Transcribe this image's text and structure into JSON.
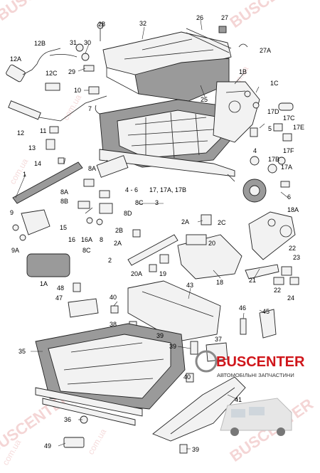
{
  "labels": {
    "l28": "28",
    "l32": "32",
    "l26": "26",
    "l27": "27",
    "l27A": "27A",
    "l31": "31",
    "l30": "30",
    "l29": "29",
    "l12B": "12B",
    "l12A": "12A",
    "l12C": "12C",
    "l1B": "1B",
    "l1C": "1C",
    "l25": "25",
    "l10": "10",
    "l7": "7",
    "l12": "12",
    "l11": "11",
    "l17D": "17D",
    "l17C": "17C",
    "l17E": "17E",
    "l5": "5",
    "l13": "13",
    "l14": "14",
    "l4": "4",
    "l17F": "17F",
    "l17B": "17B",
    "l17A": "17A",
    "l8A": "8A",
    "l1": "1",
    "l6": "6",
    "l4_6": "4 - 6",
    "l17_17A": "17, 17A, 17B",
    "l8C_3": "8C",
    "l3": "3",
    "l8A2": "8A",
    "l8B": "8B",
    "l8D": "8D",
    "l9": "9",
    "l15": "15",
    "l16": "16",
    "l16A": "16A",
    "l8": "8",
    "l8C": "8C",
    "l18A": "18A",
    "l2A": "2A",
    "l2C": "2C",
    "l2B": "2B",
    "l2A2": "2A",
    "l20": "20",
    "l9A": "9A",
    "l2": "2",
    "l22": "22",
    "l23": "23",
    "l20A": "20A",
    "l19": "19",
    "l21": "21",
    "l18": "18",
    "l22b": "22",
    "l24": "24",
    "l1A": "1A",
    "l48": "48",
    "l47": "47",
    "l43": "43",
    "l40": "40",
    "l46": "46",
    "l45": "45",
    "l38": "38",
    "l39a": "39",
    "l37": "37",
    "l35": "35",
    "l39b": "39",
    "l40b": "40",
    "l41": "41",
    "l36": "36",
    "l49": "49",
    "l39c": "39"
  },
  "brand": {
    "logo_text": "BUSCENTER",
    "logo_subtitle": "АВТОМОБІЛЬНІ ЗАПЧАСТИНИ",
    "accent": "#d0161b"
  },
  "watermarks": {
    "w1": "BUSCENTER",
    "w2": "BUSCENTER",
    "w3": "BUSCENTER",
    "w4": "BUSCENTER",
    "w5": "com.ua",
    "w6": "com.ua",
    "w7": "com.ua",
    "w8": "com.ua",
    "w9": "com.ua"
  }
}
